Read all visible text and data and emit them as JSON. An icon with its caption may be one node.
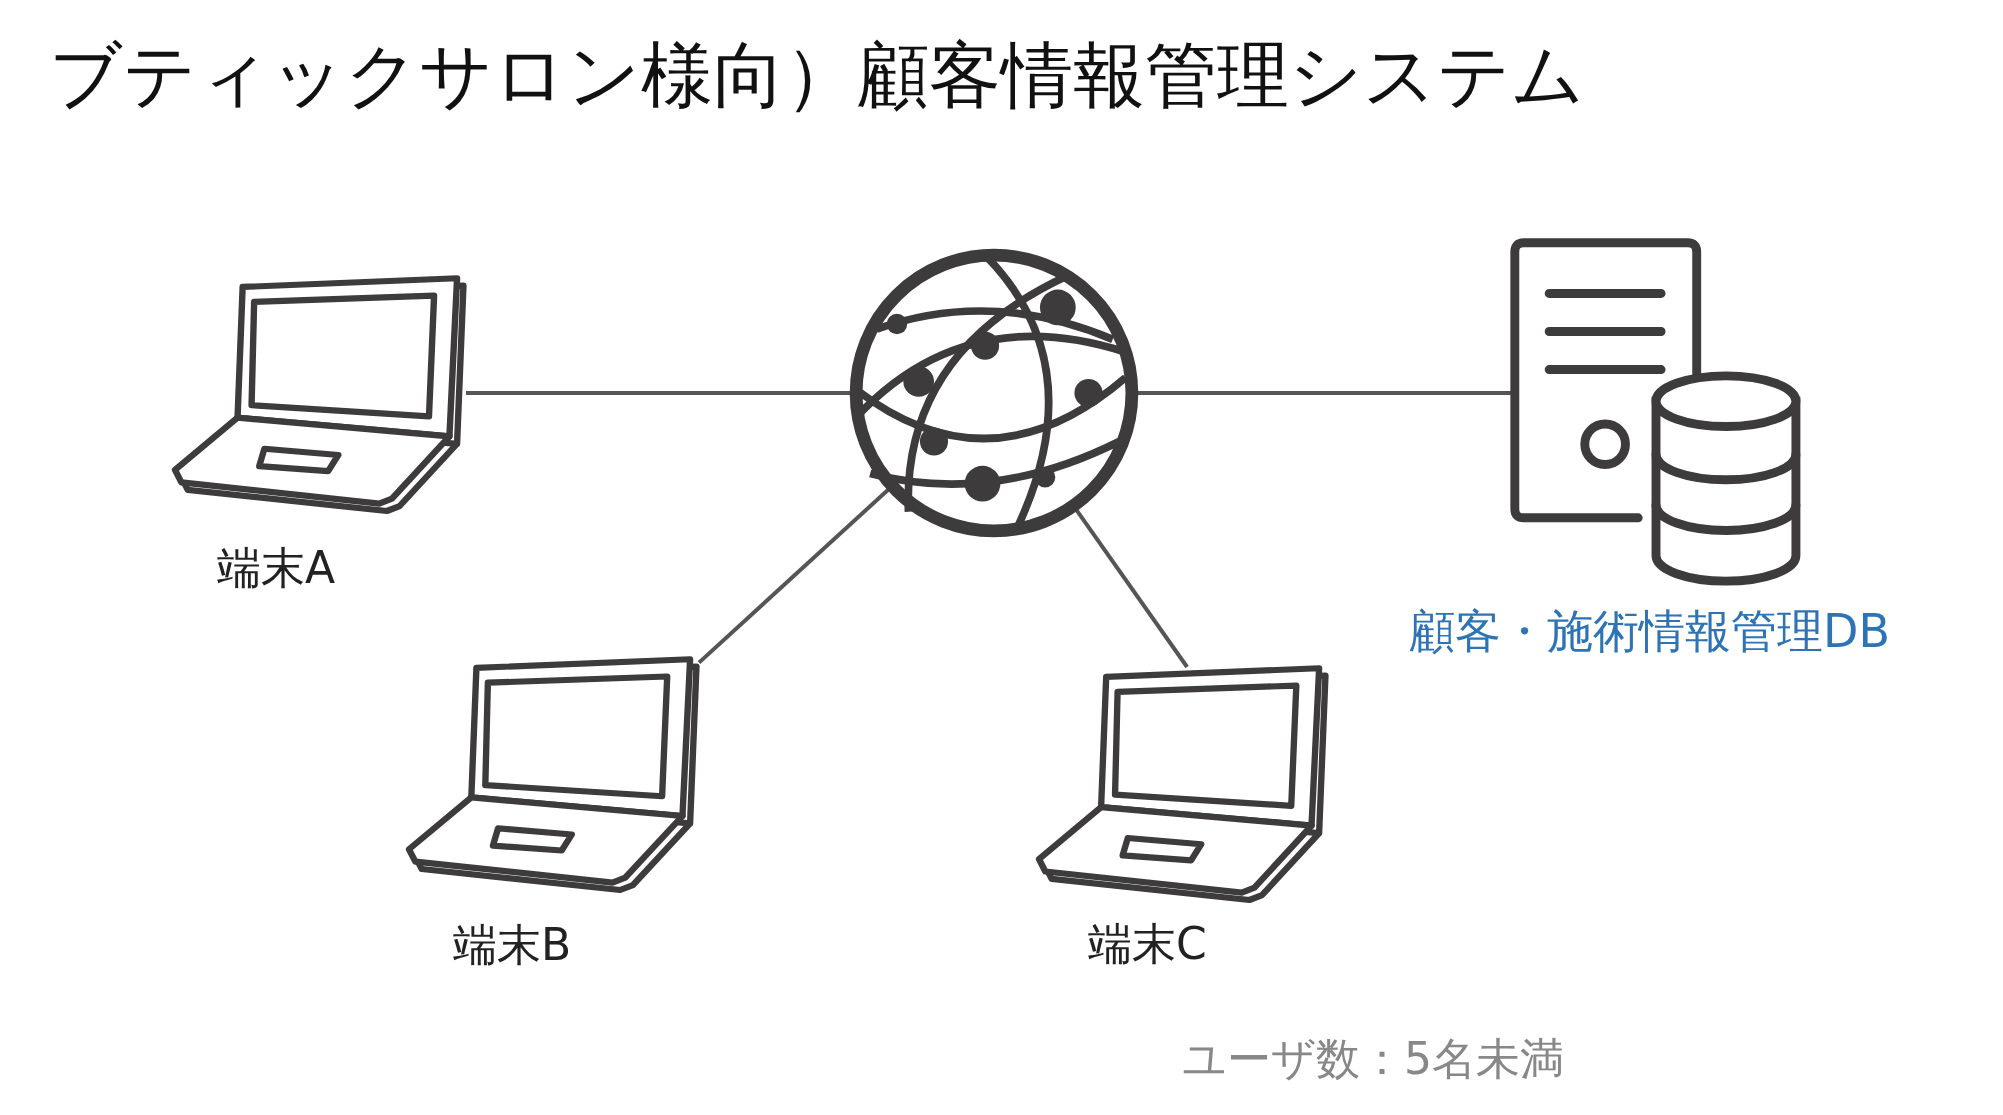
{
  "diagram": {
    "title": "ブティックサロン様向）顧客情報管理システム",
    "nodes": [
      {
        "text": [
          "端末A"
        ]
      },
      {
        "text": [],
        "shape": "globe"
      },
      {
        "text": [
          "顧客・施術情報管理DB"
        ]
      },
      {
        "text": [
          "端末B"
        ]
      },
      {
        "text": [
          "端末C"
        ]
      }
    ],
    "edges": [
      {
        "from": 0,
        "to": 1,
        "arrow": "none"
      },
      {
        "from": 1,
        "to": 2,
        "arrow": "none"
      },
      {
        "from": 1,
        "to": 3,
        "arrow": "none"
      },
      {
        "from": 1,
        "to": 4,
        "arrow": "none"
      }
    ],
    "labels": [
      "ユーザ数：5名未満"
    ]
  }
}
